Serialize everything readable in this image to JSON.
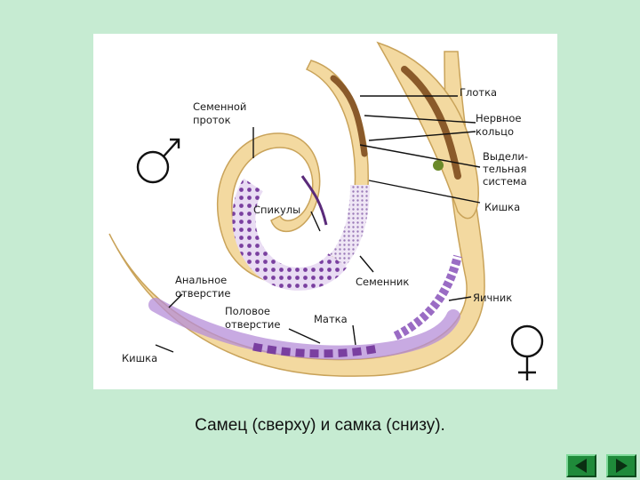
{
  "labels": {
    "seminal_duct": [
      "Семенной",
      "проток"
    ],
    "pharynx": "Глотка",
    "nerve_ring": [
      "Нервное",
      "кольцо"
    ],
    "excretory": [
      "Выдели-",
      "тельная",
      "система"
    ],
    "intestine_right": "Кишка",
    "spicules": "Спикулы",
    "seminal_vesicle": "Семенник",
    "anal_opening": [
      "Анальное",
      "отверстие"
    ],
    "ovary": "Яичник",
    "genital_opening": [
      "Половое",
      "отверстие"
    ],
    "uterus": "Матка",
    "intestine_left": "Кишка"
  },
  "caption": "Самец (сверху) и самка (снизу).",
  "colors": {
    "background": "#c6ebd2",
    "body_fill": "#f3d9a0",
    "body_outline": "#c9a35a",
    "gut_purple": "#b58ed8",
    "cells_purple": "#7a3fa0",
    "nav_button": "#1f8a3a"
  },
  "nav": {
    "prev_icon": "arrow-left-icon",
    "next_icon": "arrow-right-icon"
  }
}
